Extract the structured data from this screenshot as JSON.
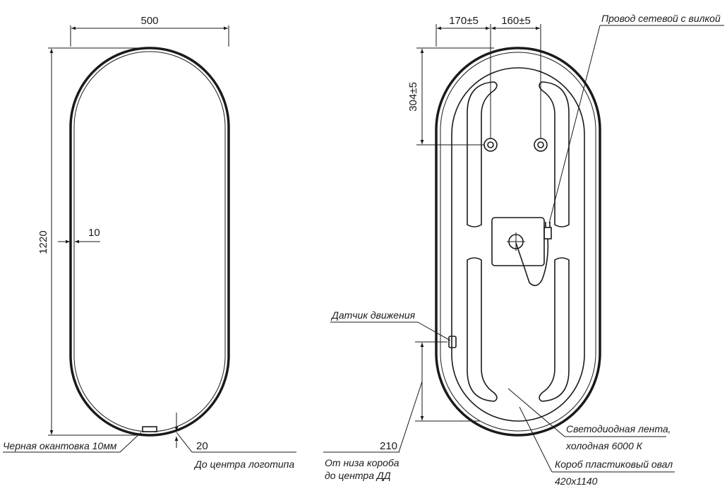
{
  "left_view": {
    "width_dim": "500",
    "height_dim": "1220",
    "frame_dim": "10",
    "logo_dim": "20",
    "frame_note": "Черная окантовка 10мм",
    "logo_note": "До центра логотипа"
  },
  "right_view": {
    "dim_left_offset": "170±5",
    "dim_right_offset": "160±5",
    "dim_mount_height": "304±5",
    "dim_sensor_height": "210",
    "cable_note": "Провод сетевой с вилкой",
    "sensor_note": "Датчик движения",
    "sensor_dim_note_line1": "От низа короба",
    "sensor_dim_note_line2": "до центра ДД",
    "led_note_line1": "Светодиодная лента,",
    "led_note_line2": "холодная 6000 К",
    "box_note_line1": "Короб пластиковый овал",
    "box_note_line2": "420х1140"
  }
}
